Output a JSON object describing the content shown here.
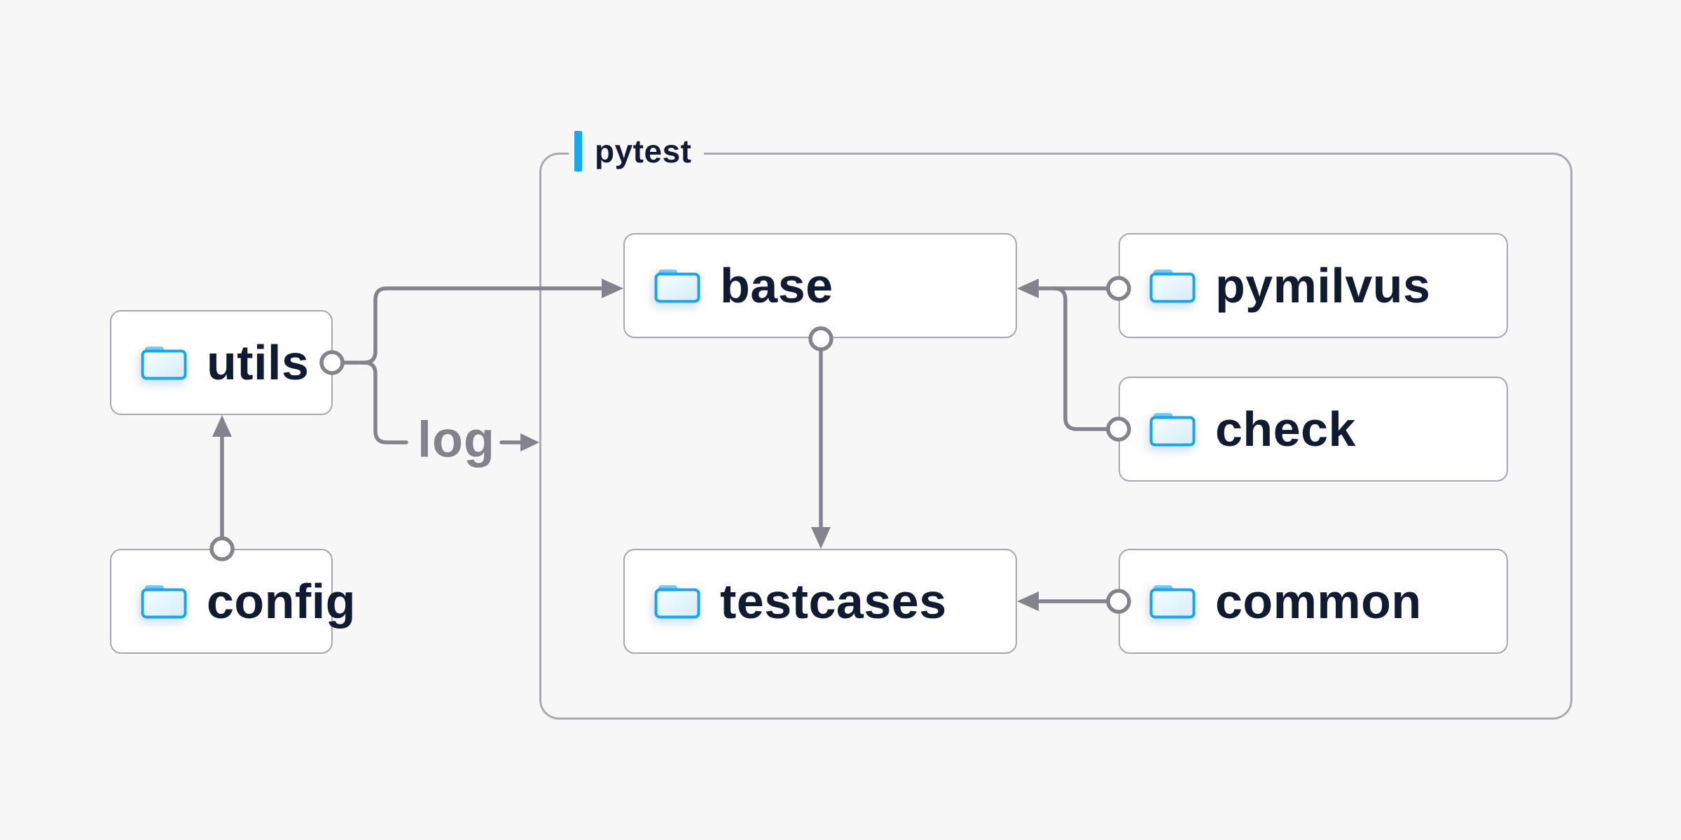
{
  "diagram": {
    "title": "pytest",
    "edge_label_log": "log"
  },
  "nodes": {
    "utils": {
      "label": "utils"
    },
    "config": {
      "label": "config"
    },
    "base": {
      "label": "base"
    },
    "pymilvus": {
      "label": "pymilvus"
    },
    "check": {
      "label": "check"
    },
    "testcases": {
      "label": "testcases"
    },
    "common": {
      "label": "common"
    }
  },
  "edges": [
    {
      "from": "config",
      "to": "utils",
      "label": ""
    },
    {
      "from": "utils",
      "to": "base",
      "label": ""
    },
    {
      "from": "utils",
      "to": "pytest-group",
      "label": "log"
    },
    {
      "from": "pymilvus",
      "to": "base",
      "label": ""
    },
    {
      "from": "check",
      "to": "base",
      "label": ""
    },
    {
      "from": "base",
      "to": "testcases",
      "label": ""
    },
    {
      "from": "common",
      "to": "testcases",
      "label": ""
    }
  ],
  "icons": {
    "node_icon": "folder-icon"
  },
  "colors": {
    "background": "#f7f7f8",
    "node_fill": "#ffffff",
    "node_border": "#a7a7b2",
    "group_border": "#a9a9b4",
    "connector": "#83838d",
    "text_navy": "#101b33",
    "accent_blue": "#17a8f0",
    "folder_stroke": "#18a5ef"
  }
}
